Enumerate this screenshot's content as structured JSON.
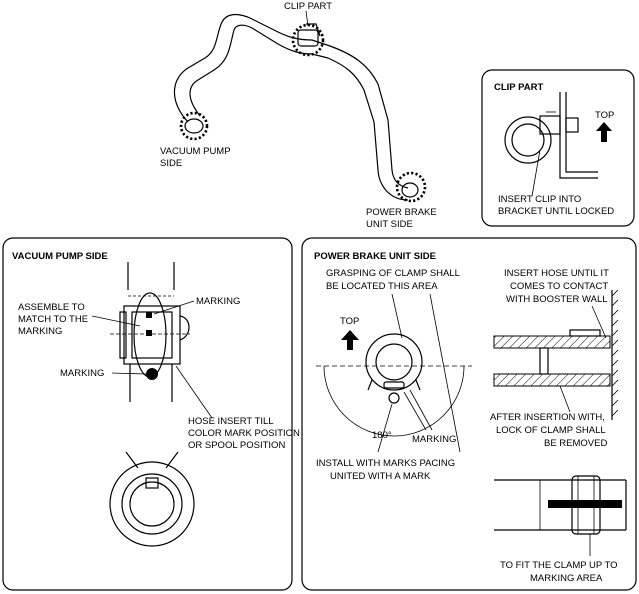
{
  "overview": {
    "clip_part": "CLIP PART",
    "vacuum_pump_side": [
      "VACUUM PUMP",
      "SIDE"
    ],
    "power_brake_unit_side": [
      "POWER BRAKE",
      "UNIT SIDE"
    ]
  },
  "clip_panel": {
    "title": "CLIP PART",
    "top": "TOP",
    "note": [
      "INSERT CLIP INTO",
      "BRACKET UNTIL LOCKED"
    ]
  },
  "vacuum_panel": {
    "title": "VACUUM PUMP SIDE",
    "assemble": [
      "ASSEMBLE TO",
      "MATCH TO THE",
      "MARKING"
    ],
    "marking_top": "MARKING",
    "marking_left": "MARKING",
    "hose_insert": [
      "HOSE INSERT TILL",
      "COLOR MARK POSITION",
      "OR SPOOL POSITION"
    ]
  },
  "power_panel": {
    "title": "POWER BRAKE UNIT SIDE",
    "grasping": [
      "GRASPING OF CLAMP SHALL",
      "BE LOCATED THIS AREA"
    ],
    "top": "TOP",
    "angle": "180°",
    "marking": "MARKING",
    "install": [
      "INSTALL WITH MARKS PACING",
      "UNITED WITH A MARK"
    ],
    "insert_hose": [
      "INSERT HOSE UNTIL IT",
      "COMES TO CONTACT",
      "WITH BOOSTER WALL"
    ],
    "after_insertion": [
      "AFTER INSERTION WITH,",
      "LOCK OF CLAMP SHALL",
      "BE REMOVED"
    ],
    "fit_clamp": [
      "TO FIT THE CLAMP UP TO",
      "MARKING AREA"
    ]
  }
}
